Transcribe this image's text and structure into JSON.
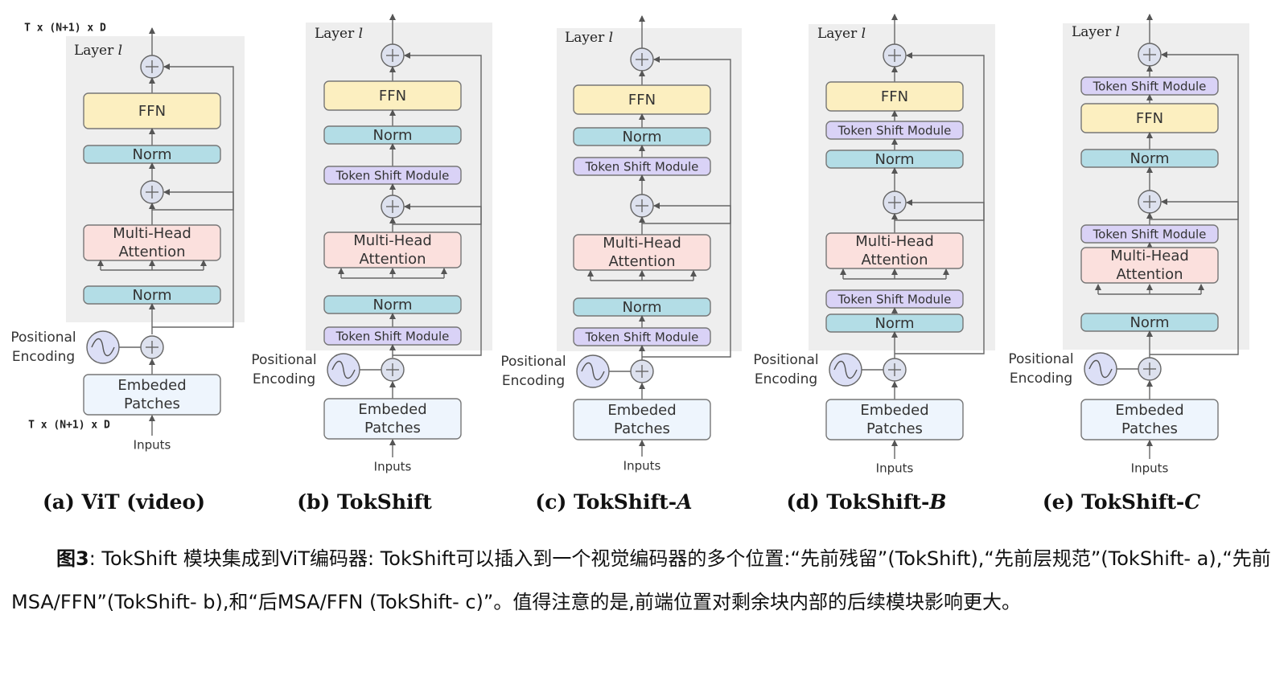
{
  "colors": {
    "ffn": "#fcefc0",
    "norm": "#b3dde6",
    "token_shift": "#d9d2f6",
    "attention": "#fbe0dd",
    "embed": "#eef5fd",
    "layer_bg": "#eeeeee",
    "stroke": "#666666"
  },
  "labels": {
    "dims": "T x (N+1) x D",
    "layer": "Layer l",
    "ffn": "FFN",
    "norm": "Norm",
    "token_shift": "Token Shift Module",
    "mha_line1": "Multi-Head",
    "mha_line2": "Attention",
    "pos_line1": "Positional",
    "pos_line2": "Encoding",
    "embed_line1": "Embeded",
    "embed_line2": "Patches",
    "inputs": "Inputs"
  },
  "panels": [
    {
      "caption_prefix": "(a) ViT (video)",
      "caption_italic": ""
    },
    {
      "caption_prefix": "(b) TokShift",
      "caption_italic": ""
    },
    {
      "caption_prefix": "(c) TokShift-",
      "caption_italic": "A"
    },
    {
      "caption_prefix": "(d) TokShift-",
      "caption_italic": "B"
    },
    {
      "caption_prefix": "(e) TokShift-",
      "caption_italic": "C"
    }
  ],
  "caption": {
    "fig_label": "图3",
    "text": ": TokShift 模块集成到ViT编码器: TokShift可以插入到一个视觉编码器的多个位置:“先前残留”(TokShift),“先前层规范”(TokShift- a),“先前MSA/FFN”(TokShift- b),和“后MSA/FFN (TokShift- c)”。值得注意的是,前端位置对剩余块内部的后续模块影响更大。"
  }
}
